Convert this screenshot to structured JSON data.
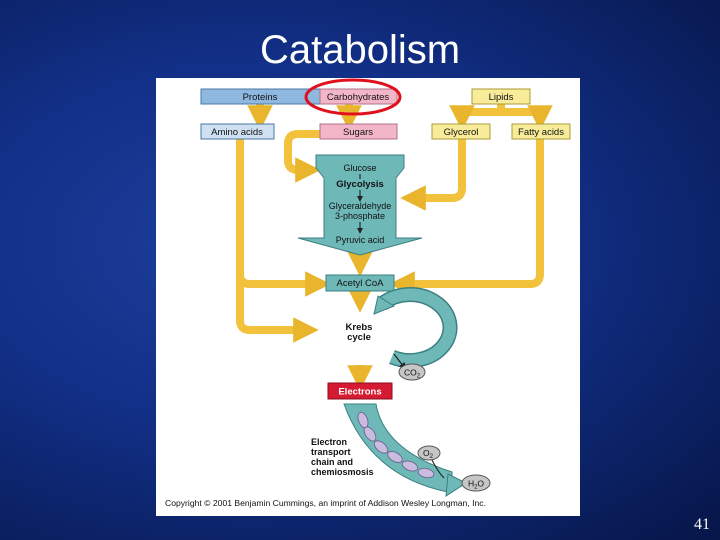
{
  "slide": {
    "title": "Catabolism",
    "page_number": "41"
  },
  "diagram": {
    "sources": {
      "proteins": "Proteins",
      "carbohydrates": "Carbohydrates",
      "lipids": "Lipids"
    },
    "products": {
      "amino_acids": "Amino acids",
      "sugars": "Sugars",
      "glycerol": "Glycerol",
      "fatty_acids": "Fatty acids"
    },
    "glycolysis": {
      "glucose": "Glucose",
      "glycolysis": "Glycolysis",
      "g3p_line1": "Glyceraldehyde",
      "g3p_line2": "3-phosphate",
      "pyruvic_acid": "Pyruvic acid"
    },
    "acetyl_coa": "Acetyl CoA",
    "krebs": {
      "line1": "Krebs",
      "line2": "cycle"
    },
    "co2": {
      "base": "CO",
      "sub": "2"
    },
    "electrons": "Electrons",
    "etc": {
      "line1": "Electron",
      "line2": "transport",
      "line3": "chain and",
      "line4": "chemiosmosis"
    },
    "o2": {
      "base": "O",
      "sub": "2"
    },
    "h2o": {
      "base": "H",
      "sub": "2",
      "end": "O"
    },
    "copyright": "Copyright © 2001 Benjamin Cummings, an imprint of Addison Wesley Longman, Inc.",
    "colors": {
      "arrow_yellow": "#f2c23c",
      "teal": "#6fb8b8",
      "protein_blue": "#8fb8e0",
      "amino_blue": "#cfe0f3",
      "carb_pink": "#f3b6c8",
      "lipid_yellow": "#f8ec9a",
      "electrons_red": "#d51a33",
      "highlight_red": "#e0101e",
      "vesicle_lavender": "#c9bcdf"
    }
  }
}
